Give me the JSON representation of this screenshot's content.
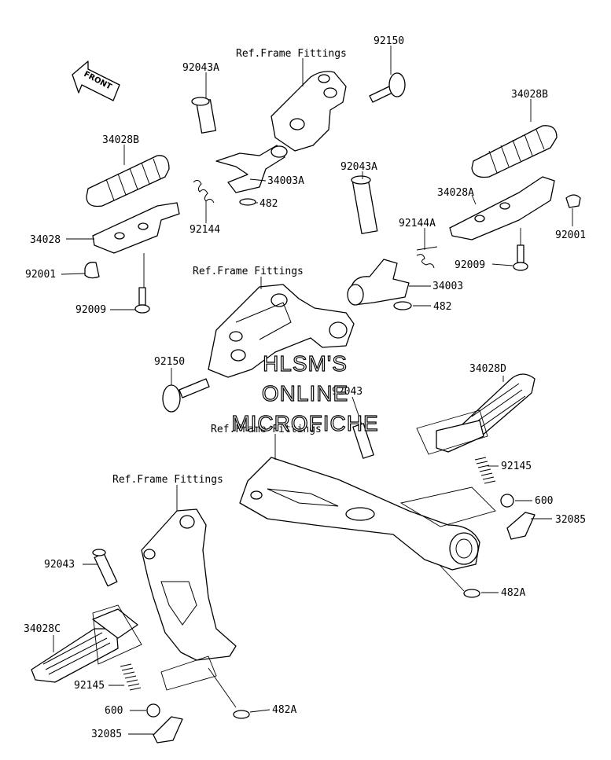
{
  "diagram": {
    "front_label": "FRONT",
    "labels": {
      "ref_frame_top": "Ref.Frame Fittings",
      "ref_frame_mid": "Ref.Frame Fittings",
      "ref_frame_lower": "Ref.Frame Fittings",
      "ref_frame_left": "Ref.Frame Fittings",
      "p92150_top": "92150",
      "p92043a_top": "92043A",
      "p34028b_left": "34028B",
      "p34003a": "34003A",
      "p482_top": "482",
      "p92144": "92144",
      "p34028": "34028",
      "p92001_left": "92001",
      "p92009_left": "92009",
      "p34028b_right": "34028B",
      "p34028a": "34028A",
      "p92001_right": "92001",
      "p92009_right": "92009",
      "p92043a_mid": "92043A",
      "p92144a": "92144A",
      "p34003": "34003",
      "p482_mid": "482",
      "p92150_mid": "92150",
      "p34028d": "34028D",
      "p92043_center": "92043",
      "p92145_right": "92145",
      "p600_right": "600",
      "p32085_right": "32085",
      "p482a_right": "482A",
      "p92043_left": "92043",
      "p34028c": "34028C",
      "p92145_left": "92145",
      "p600_left": "600",
      "p32085_left": "32085",
      "p482a_left": "482A"
    },
    "watermark": {
      "line1": "HLSM'S",
      "line2": "ONLINE",
      "line3": "MICROFICHE"
    }
  }
}
